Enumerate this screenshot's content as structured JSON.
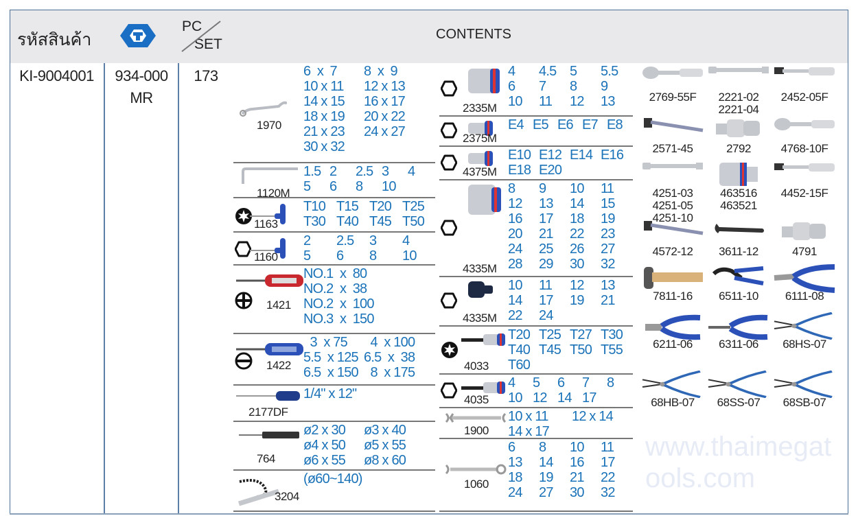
{
  "header": {
    "code_label": "รหัสสินค้า",
    "pc": "PC",
    "set": "SET",
    "contents": "CONTENTS",
    "logo_color": "#1a6fc4"
  },
  "product": {
    "code": "KI-9004001",
    "model_line1": "934-000",
    "model_line2": "MR",
    "pcs": "173"
  },
  "watermark": "www.thaimegatools.com",
  "left_groups": [
    {
      "code": "1970",
      "shape": "",
      "tool": "offset-wrench",
      "cols": 2,
      "values": [
        "6  x  7",
        "8  x  9",
        "10 x 11",
        "12 x 13",
        "14 x 15",
        "16 x 17",
        "18 x 19",
        "20 x 22",
        "21 x 23",
        "24 x 27",
        "30 x 32"
      ]
    },
    {
      "code": "1120M",
      "shape": "",
      "tool": "hex-key",
      "cols": 5,
      "values": [
        "1.5",
        "2",
        "2.5",
        "3",
        "4",
        "5",
        "6",
        "8",
        "10"
      ]
    },
    {
      "code": "1163",
      "shape": "torx",
      "tool": "t-handle",
      "cols": 4,
      "values": [
        "T10",
        "T15",
        "T20",
        "T25",
        "T30",
        "T40",
        "T45",
        "T50"
      ]
    },
    {
      "code": "1160",
      "shape": "hex",
      "tool": "t-handle",
      "cols": 4,
      "values": [
        "2",
        "2.5",
        "3",
        "4",
        "5",
        "6",
        "8",
        "10"
      ]
    },
    {
      "code": "1421",
      "shape": "phillips",
      "tool": "screwdriver-red",
      "cols": 1,
      "values": [
        "NO.1  x  80",
        "NO.2  x  38",
        "NO.2  x  100",
        "NO.3  x  150"
      ]
    },
    {
      "code": "1422",
      "shape": "slotted",
      "tool": "screwdriver-blue",
      "cols": 2,
      "values": [
        "  3  x 75",
        "  4  x 100",
        "5.5  x 125",
        "6.5  x  38",
        "6.5  x 150",
        "  8  x 175"
      ]
    },
    {
      "code": "2177DF",
      "shape": "",
      "tool": "screwdriver-thin",
      "cols": 1,
      "values": [
        "1/4\" x 12\""
      ]
    },
    {
      "code": "764",
      "shape": "",
      "tool": "punch",
      "cols": 2,
      "values": [
        "ø2 x 30",
        "ø3 x 40",
        "ø4 x 50",
        "ø5 x 55",
        "ø6 x 55",
        "ø8 x 60"
      ]
    },
    {
      "code": "3204",
      "shape": "",
      "tool": "chain-wrench",
      "cols": 1,
      "values": [
        "(ø60~140)"
      ]
    }
  ],
  "middle_groups": [
    {
      "code": "2335M",
      "shape": "hex",
      "tool": "socket",
      "cols": 4,
      "values": [
        "4",
        "4.5",
        "5",
        "5.5",
        "6",
        "7",
        "8",
        "9",
        "10",
        "11",
        "12",
        "13"
      ]
    },
    {
      "code": "2375M",
      "shape": "hex",
      "tool": "e-socket",
      "cols": 5,
      "values": [
        "E4",
        "E5",
        "E6",
        "E7",
        "E8"
      ]
    },
    {
      "code": "4375M",
      "shape": "hex",
      "tool": "e-socket",
      "cols": 4,
      "values": [
        "E10",
        "E12",
        "E14",
        "E16",
        "E18",
        "E20"
      ]
    },
    {
      "code": "4335M",
      "shape": "hex",
      "tool": "socket-big",
      "cols": 4,
      "values": [
        "8",
        "9",
        "10",
        "11",
        "12",
        "13",
        "14",
        "15",
        "16",
        "17",
        "18",
        "19",
        "20",
        "21",
        "22",
        "23",
        "24",
        "25",
        "26",
        "27",
        "28",
        "29",
        "30",
        "32"
      ]
    },
    {
      "code": "4335M",
      "shape": "hex",
      "tool": "impact-socket",
      "cols": 4,
      "values": [
        "10",
        "11",
        "12",
        "13",
        "14",
        "17",
        "19",
        "21",
        "22",
        "24"
      ]
    },
    {
      "code": "4033",
      "shape": "torx",
      "tool": "bit-socket",
      "cols": 4,
      "values": [
        "T20",
        "T25",
        "T27",
        "T30",
        "T40",
        "T45",
        "T50",
        "T55",
        "T60"
      ]
    },
    {
      "code": "4035",
      "shape": "hex",
      "tool": "bit-socket",
      "cols": 5,
      "values": [
        "4",
        "5",
        "6",
        "7",
        "8",
        "10",
        "12",
        "14",
        "17"
      ]
    },
    {
      "code": "1900",
      "shape": "",
      "tool": "open-wrench",
      "cols": 2,
      "values": [
        "10 x 11",
        "12 x 14",
        "14 x 17"
      ]
    },
    {
      "code": "1060",
      "shape": "",
      "tool": "combo-wrench",
      "cols": 4,
      "values": [
        "6",
        "8",
        "10",
        "11",
        "13",
        "14",
        "16",
        "17",
        "18",
        "19",
        "21",
        "22",
        "24",
        "27",
        "30",
        "32"
      ]
    }
  ],
  "right_items": [
    {
      "codes": [
        "2769-55F"
      ],
      "tool": "ratchet"
    },
    {
      "codes": [
        "2221-02",
        "2221-04"
      ],
      "tool": "extension"
    },
    {
      "codes": [
        "2452-05F"
      ],
      "tool": "ratchet-small"
    },
    {
      "codes": [
        "2571-45"
      ],
      "tool": "breaker-bar"
    },
    {
      "codes": [
        "2792"
      ],
      "tool": "universal-joint"
    },
    {
      "codes": [
        "4768-10F"
      ],
      "tool": "ratchet"
    },
    {
      "codes": [
        "4251-03",
        "4251-05",
        "4251-10"
      ],
      "tool": "extension"
    },
    {
      "codes": [
        "463516",
        "463521"
      ],
      "tool": "spark-plug-socket"
    },
    {
      "codes": [
        "4452-15F"
      ],
      "tool": "ratchet-small"
    },
    {
      "codes": [
        "4572-12"
      ],
      "tool": "breaker-bar"
    },
    {
      "codes": [
        "3611-12"
      ],
      "tool": "adjustable-wrench"
    },
    {
      "codes": [
        "4791"
      ],
      "tool": "universal-joint"
    },
    {
      "codes": [
        "7811-16"
      ],
      "tool": "hammer"
    },
    {
      "codes": [
        "6511-10"
      ],
      "tool": "water-pump-pliers"
    },
    {
      "codes": [
        "6111-08"
      ],
      "tool": "combination-pliers"
    },
    {
      "codes": [
        "6211-06"
      ],
      "tool": "diagonal-pliers"
    },
    {
      "codes": [
        "6311-06"
      ],
      "tool": "long-nose-pliers"
    },
    {
      "codes": [
        "68HS-07"
      ],
      "tool": "snap-ring-pliers"
    },
    {
      "codes": [
        "68HB-07"
      ],
      "tool": "snap-ring-pliers"
    },
    {
      "codes": [
        "68SS-07"
      ],
      "tool": "snap-ring-pliers"
    },
    {
      "codes": [
        "68SB-07"
      ],
      "tool": "snap-ring-pliers"
    }
  ]
}
